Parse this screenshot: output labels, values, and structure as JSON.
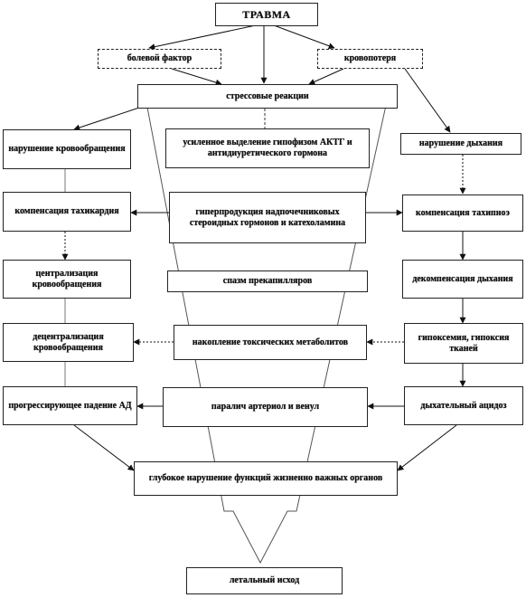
{
  "diagram": {
    "nodes": [
      {
        "id": "trauma",
        "text": "ТРАВМА"
      },
      {
        "id": "pain",
        "text": "болевой фактор"
      },
      {
        "id": "bloodloss",
        "text": "кровопотеря"
      },
      {
        "id": "stress",
        "text": "стрессовые  реакции"
      },
      {
        "id": "circ-disorder",
        "text": "нарушение кровообращения"
      },
      {
        "id": "acth",
        "text": "усиленное выделение гипофизом АКТГ и антидиуретического гормона"
      },
      {
        "id": "breath-disorder",
        "text": "нарушение дыхания"
      },
      {
        "id": "tachycardia",
        "text": "компенсация тахикардия"
      },
      {
        "id": "hormones",
        "text": "гиперпродукция надпочечниковых стероидных  гормонов и катехоламина"
      },
      {
        "id": "tachypnea",
        "text": "компенсация тахипноэ"
      },
      {
        "id": "centralization",
        "text": "централизация кровообращения"
      },
      {
        "id": "spasm",
        "text": "спазм прекапилляров"
      },
      {
        "id": "decomp-breath",
        "text": "декомпенсация дыхания"
      },
      {
        "id": "decentralization",
        "text": "децентрализация кровообращения"
      },
      {
        "id": "toxins",
        "text": "накопление токсических метаболитов"
      },
      {
        "id": "hypoxemia",
        "text": "гипоксемия, гипоксия тканей"
      },
      {
        "id": "bp-fall",
        "text": "прогрессирующее падение АД"
      },
      {
        "id": "paralysis",
        "text": "паралич артериол и венул"
      },
      {
        "id": "acidosis",
        "text": "дыхательный ацидоз"
      },
      {
        "id": "organs",
        "text": "глубокое нарушение функций жизненно важных  органов"
      },
      {
        "id": "lethal",
        "text": "летальный  исход"
      }
    ]
  }
}
